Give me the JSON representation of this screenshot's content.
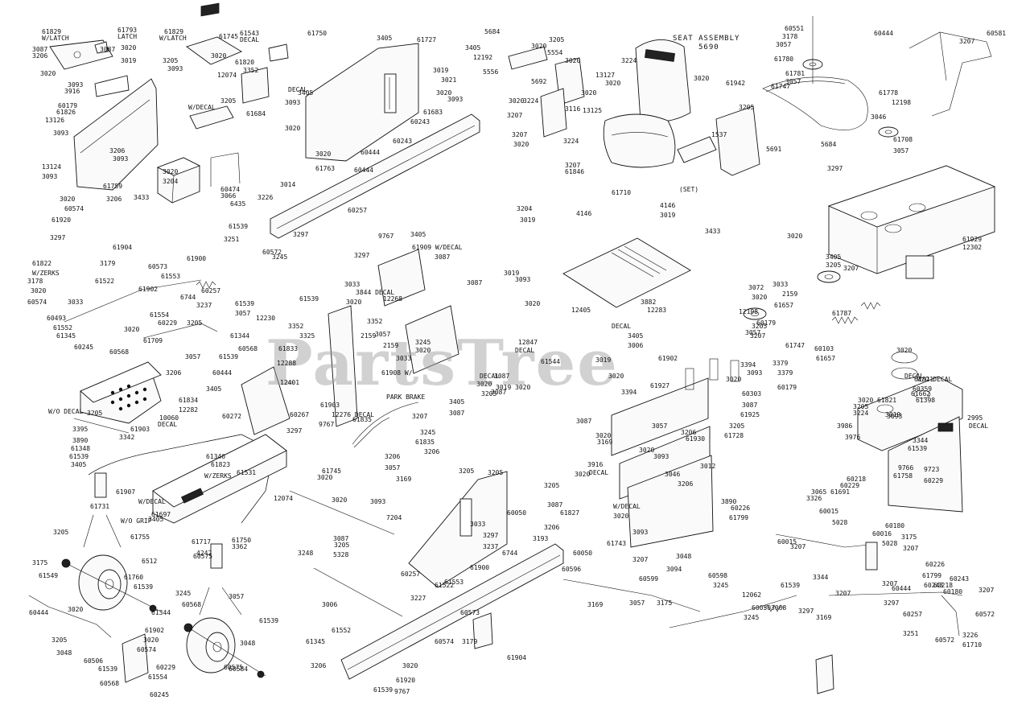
{
  "title": {
    "seat_assembly": "SEAT ASSEMBLY",
    "seat_assembly_number": "5690"
  },
  "watermark": "PartsTree",
  "colors": {
    "line": "#111111",
    "background": "#ffffff",
    "watermark": "#9a9a9a"
  },
  "labels": [
    "61829",
    "W/LATCH",
    "61793",
    "LATCH",
    "3087",
    "61829",
    "W/LATCH",
    "61543",
    "DECAL",
    "61745",
    "61750",
    "3405",
    "61727",
    "5684",
    "3205",
    "3020",
    "5554",
    "3020",
    "3224",
    "60444",
    "3207",
    "60581",
    "60551",
    "3178",
    "3057",
    "61780",
    "61781",
    "3057",
    "3206",
    "3087",
    "3020",
    "3019",
    "3020",
    "3205",
    "3093",
    "3020",
    "61820",
    "3352",
    "12074",
    "3405",
    "12192",
    "5556",
    "5692",
    "13127",
    "3020",
    "3093",
    "3916",
    "DECAL",
    "3405",
    "3093",
    "3019",
    "3021",
    "3020",
    "3093",
    "3020",
    "3224",
    "3116",
    "3020",
    "61942",
    "61778",
    "12198",
    "3046",
    "60179",
    "61826",
    "W/DECAL",
    "61684",
    "3205",
    "61683",
    "60243",
    "3207",
    "13125",
    "3020",
    "3205",
    "13126",
    "3093",
    "3020",
    "60444",
    "60243",
    "3207",
    "3020",
    "3224",
    "1537",
    "5684",
    "61708",
    "3057",
    "3206",
    "3093",
    "3020",
    "3297",
    "61747",
    "61763",
    "60444",
    "3207",
    "61846",
    "(SET)",
    "5691",
    "13124",
    "3093",
    "3020",
    "3204",
    "3014",
    "61710",
    "4146",
    "4146",
    "3019",
    "3433",
    "60474",
    "3066",
    "3204",
    "3019",
    "3433",
    "6435",
    "3226",
    "60257",
    "61759",
    "3206",
    "3020",
    "60574",
    "61920",
    "61539",
    "3251",
    "3297",
    "3245",
    "60572",
    "3297",
    "61904",
    "9767",
    "3405",
    "61909 W/DECAL",
    "3087",
    "3020",
    "61929",
    "12302",
    "61822",
    "W/ZERKS",
    "3178",
    "3020",
    "60574",
    "3179",
    "60573",
    "61522",
    "61553",
    "61902",
    "61900",
    "60257",
    "6744",
    "3237",
    "3297",
    "3033",
    "3844 DECAL",
    "3020",
    "3019",
    "3093",
    "3087",
    "3020",
    "3405",
    "3205",
    "3207",
    "3033",
    "60493",
    "61552",
    "61345",
    "60245",
    "60568",
    "61554",
    "60229",
    "3020",
    "3205",
    "61539",
    "61539",
    "3057",
    "12230",
    "12268",
    "3352",
    "3057",
    "12405",
    "3882",
    "12283",
    "3072",
    "3020",
    "3205",
    "3207",
    "3033",
    "2159",
    "61657",
    "61787",
    "12198",
    "3057",
    "60179",
    "61747",
    "60103",
    "61657",
    "3379",
    "3379",
    "60179",
    "61709",
    "3057",
    "3206",
    "61344",
    "60568",
    "61539",
    "60444",
    "3405",
    "60272",
    "3352",
    "3325",
    "61833",
    "12288",
    "12401",
    "2159",
    "2159",
    "3033",
    "3245",
    "3020",
    "12847",
    "DECAL",
    "61544",
    "DECAL",
    "3405",
    "3006",
    "3019",
    "3020",
    "61902",
    "61927",
    "3394",
    "3394",
    "3093",
    "3020",
    "60303",
    "3087",
    "61925",
    "3205",
    "3205",
    "61821",
    "3093",
    "3019",
    "3020",
    "60359",
    "DECAL",
    "61662",
    "W/O DECAL",
    "61821",
    "61398",
    "W/O DECAL",
    "10060",
    "DECAL",
    "61834",
    "12282",
    "61908 W/",
    "PARK BRAKE",
    "DECAL",
    "3087",
    "3020",
    "3205",
    "3405",
    "3087",
    "3019",
    "3020",
    "3087",
    "3020",
    "3205",
    "3224",
    "3986",
    "3976",
    "3395",
    "3890",
    "61348",
    "61539",
    "3405",
    "3342",
    "61903",
    "61903",
    "60267",
    "9767",
    "3297",
    "12276 DECAL",
    "61835",
    "3207",
    "3245",
    "61835",
    "3206",
    "3206",
    "3057",
    "3169",
    "3205",
    "3087",
    "3020",
    "3169",
    "3057",
    "3206",
    "61930",
    "61728",
    "3916",
    "DECAL",
    "3020",
    "3093",
    "3046",
    "3012",
    "3206",
    "3344",
    "61539",
    "2995",
    "DECAL",
    "61346",
    "61823",
    "W/ZERKS",
    "61907",
    "W/DECAL",
    "61697",
    "3405",
    "12074",
    "61750",
    "3362",
    "61745",
    "3020",
    "3093",
    "3205",
    "3205",
    "3020",
    "3087",
    "61827",
    "W/DECAL",
    "3020",
    "3093",
    "3890",
    "60226",
    "61799",
    "60218",
    "60229",
    "61691",
    "9723",
    "60229",
    "9766",
    "61758",
    "3207",
    "3175",
    "61731",
    "W/O GRIP",
    "61755",
    "3205",
    "61717",
    "4242",
    "6512",
    "61531",
    "3020",
    "3087",
    "3205",
    "3248",
    "5328",
    "7204",
    "60050",
    "3206",
    "3193",
    "3065",
    "3326",
    "60015",
    "5028",
    "60180",
    "60016",
    "5028",
    "60015",
    "3207",
    "3344",
    "60226",
    "61799",
    "60218",
    "60180",
    "60243",
    "60243",
    "3207",
    "3207",
    "3297",
    "60444",
    "3175",
    "61549",
    "61760",
    "61539",
    "3245",
    "60568",
    "61344",
    "60575",
    "3057",
    "3048",
    "60584",
    "60575",
    "61539",
    "3033",
    "3297",
    "3237",
    "6744",
    "61900",
    "60257",
    "61553",
    "61522",
    "3006",
    "3227",
    "60050",
    "61743",
    "3048",
    "60596",
    "3207",
    "3094",
    "60599",
    "3175",
    "3169",
    "3057",
    "60598",
    "3245",
    "12062",
    "60050",
    "61539",
    "3068",
    "3245",
    "3297",
    "3169",
    "3207",
    "60572",
    "60257",
    "3226",
    "3251",
    "60572",
    "61710",
    "60444",
    "3020",
    "3205",
    "3048",
    "60506",
    "61902",
    "3020",
    "60574",
    "61539",
    "60229",
    "61554",
    "60568",
    "60245",
    "61552",
    "61345",
    "60573",
    "3179",
    "3206",
    "3020",
    "60574",
    "61920",
    "61539",
    "9767",
    "61904"
  ]
}
